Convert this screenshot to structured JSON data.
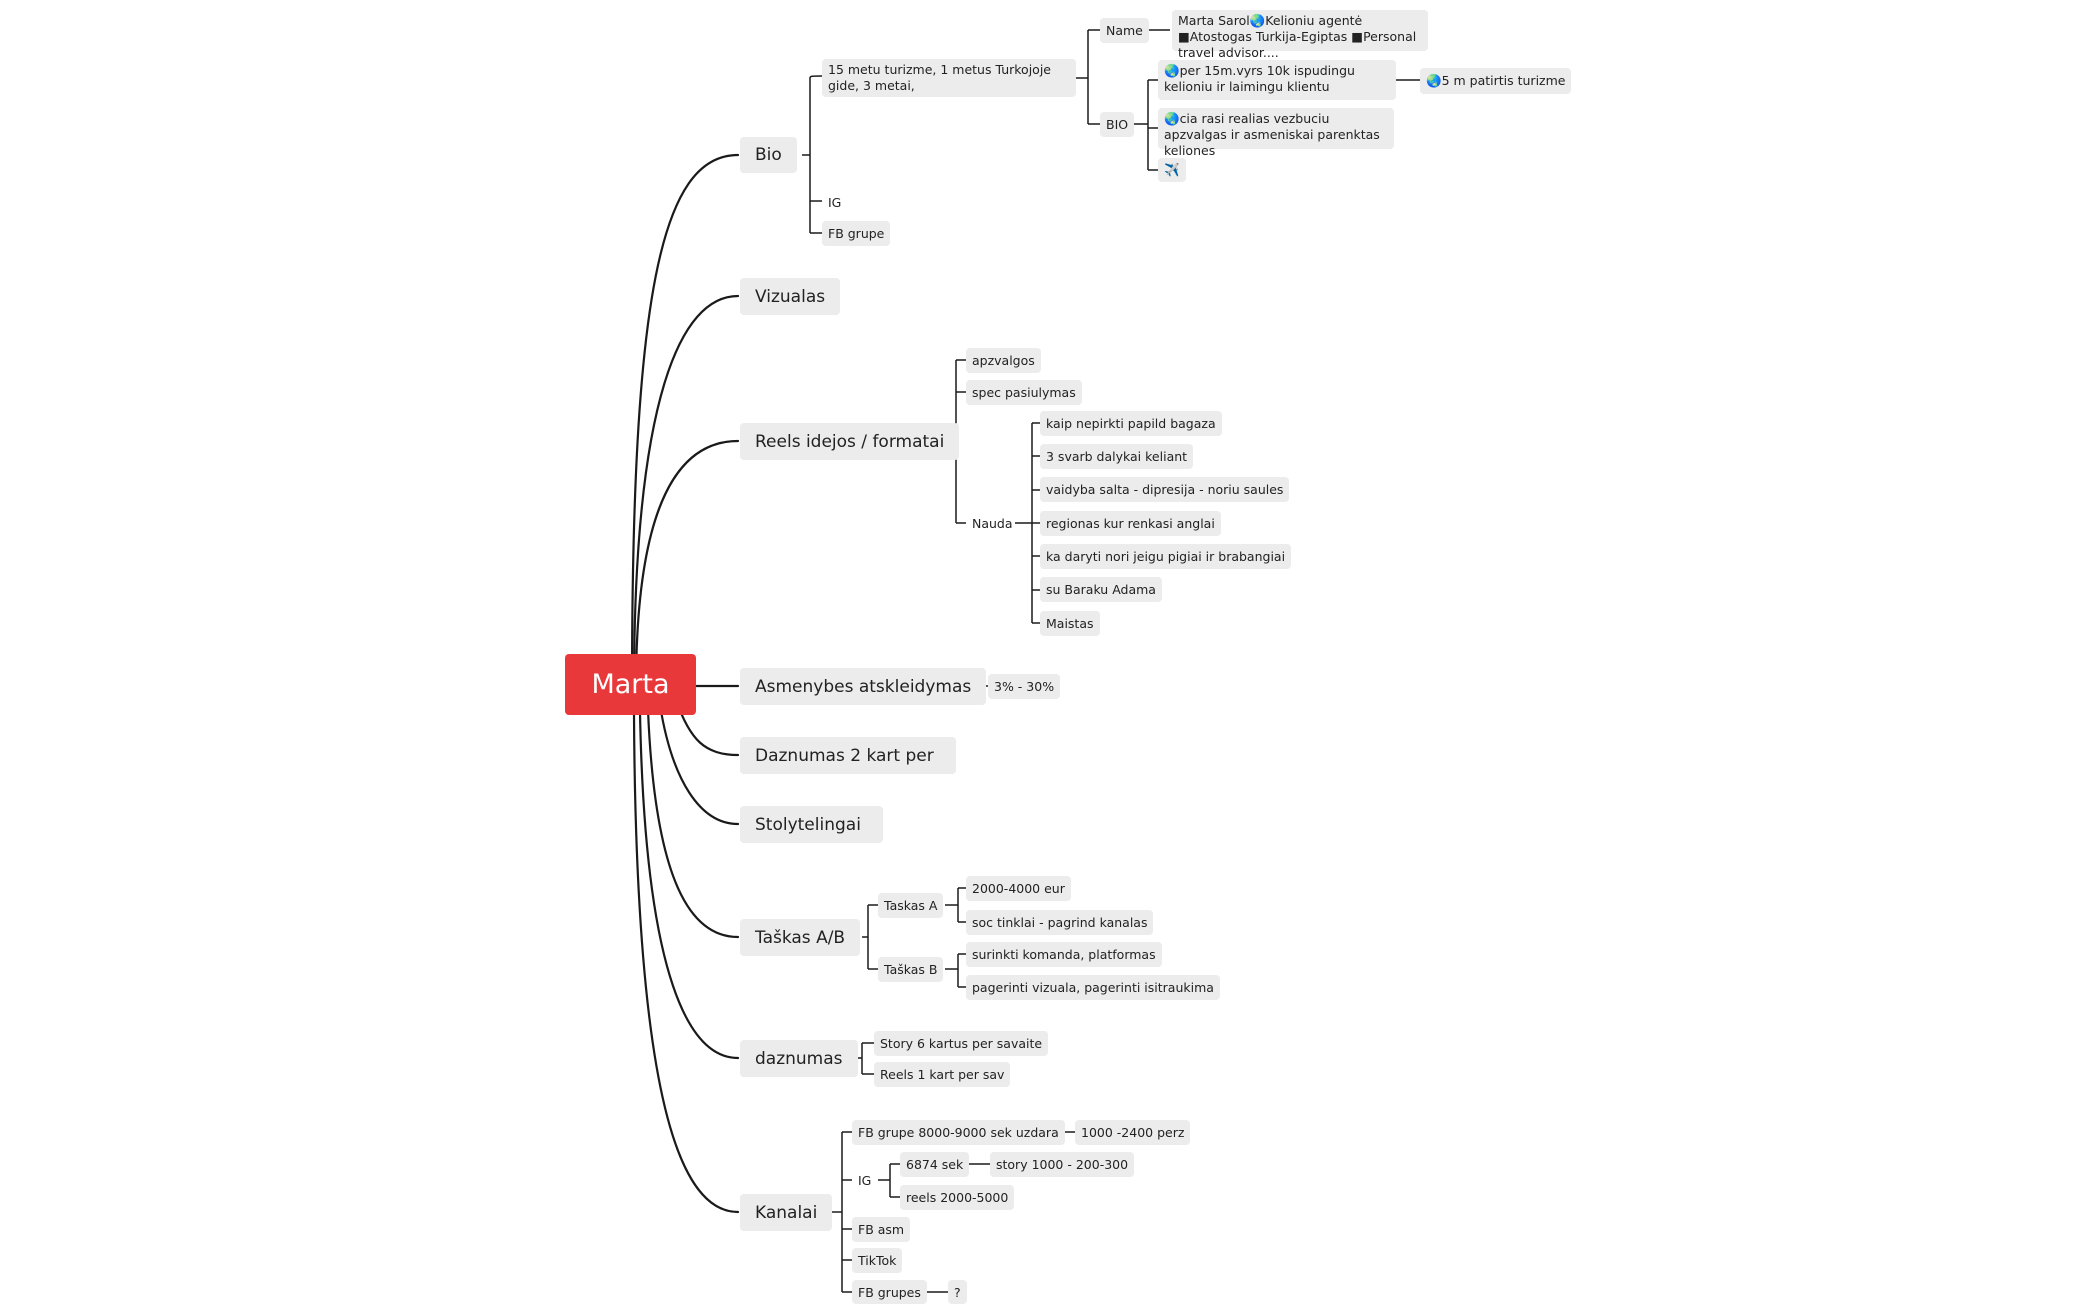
{
  "root": {
    "label": "Marta"
  },
  "branches": {
    "bio": {
      "label": "Bio",
      "exp": "15 metu turizme, 1 metus Turkojoje gide, 3 metai,",
      "name_label": "Name",
      "name_text": "Marta Sarol🌏Kelioniu agentė ■Atostogas Turkija-Egiptas ■Personal travel advisor....",
      "bio_label": "BIO",
      "bio_1": "🌏per 15m.vyrs 10k ispudingu kelioniu ir laimingu klientu",
      "bio_1_child": "🌏5 m patirtis turizme",
      "bio_2": "🌏cia rasi realias vezbuciu apzvalgas ir asmeniskai parenktas keliones",
      "bio_3": "✈️",
      "ig": "IG",
      "fb": "FB grupe"
    },
    "vizualas": {
      "label": "Vizualas"
    },
    "reels": {
      "label": "Reels idejos / formatai",
      "items": [
        "apzvalgos",
        "spec pasiulymas"
      ],
      "nauda": {
        "label": "Nauda",
        "items": [
          "kaip nepirkti papild  bagaza",
          "3 svarb dalykai keliant",
          "vaidyba salta - dipresija - noriu saules",
          "regionas kur renkasi anglai",
          "ka daryti nori jeigu pigiai ir brabangiai",
          "su Baraku Adama",
          "Maistas"
        ]
      }
    },
    "asmenybe": {
      "label": "Asmenybes atskleidymas",
      "value": "3% - 30%"
    },
    "daznumas2": {
      "label": "Daznumas 2 kart per"
    },
    "stoly": {
      "label": "Stolytelingai"
    },
    "taskas": {
      "label": "Taškas A/B",
      "a": {
        "label": "Taskas A",
        "items": [
          "2000-4000 eur",
          "soc tinklai - pagrind kanalas"
        ]
      },
      "b": {
        "label": "Taškas B",
        "items": [
          "surinkti komanda, platformas",
          "pagerinti vizuala, pagerinti isitraukima"
        ]
      }
    },
    "daznumas": {
      "label": "daznumas",
      "items": [
        "Story 6 kartus per savaite",
        "Reels 1 kart per sav"
      ]
    },
    "kanalai": {
      "label": "Kanalai",
      "fbgrupe": "FB grupe 8000-9000 sek uzdara",
      "fbgrupe_child": "1000 -2400 perz",
      "ig": "IG",
      "ig_sek": "6874 sek",
      "ig_story": "story 1000 - 200-300",
      "ig_reels": "reels 2000-5000",
      "fbasm": "FB asm",
      "tiktok": "TikTok",
      "fbgrupes": "FB grupes",
      "fbgrupes_child": "?"
    }
  },
  "colors": {
    "root": "#e8383a",
    "node": "#ececec",
    "line": "#1a1a1a"
  }
}
